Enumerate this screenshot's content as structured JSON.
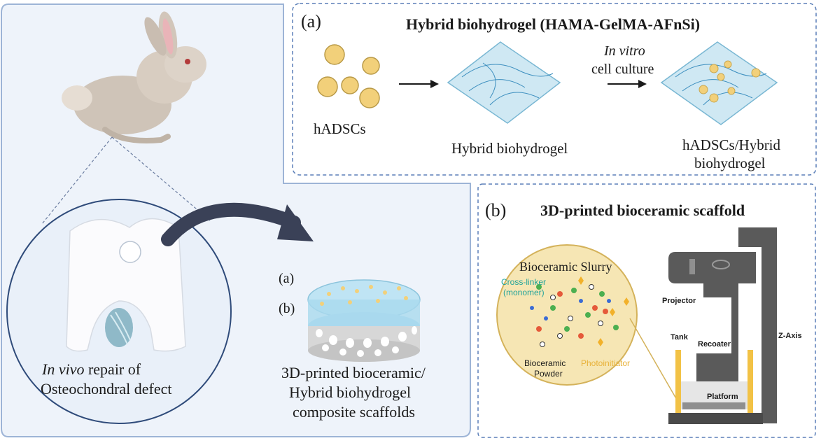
{
  "panel_a": {
    "label": "(a)",
    "title": "Hybrid biohydrogel (HAMA-GelMA-AFnSi)",
    "cells_label": "hADSCs",
    "hydrogel_label": "Hybrid biohydrogel",
    "step_label_italic": "In vitro",
    "step_label": "cell culture",
    "result_label_line1": "hADSCs/Hybrid",
    "result_label_line2": "biohydrogel"
  },
  "panel_b": {
    "label": "(b)",
    "title": "3D-printed bioceramic  scaffold",
    "slurry_title": "Bioceramic Slurry",
    "crosslinker_line1": "Cross-linker",
    "crosslinker_line2": "(monomer)",
    "powder_line1": "Bioceramic",
    "powder_line2": "Powder",
    "photoinitiator": "Photoinitiator",
    "projector": "Projector",
    "tank": "Tank",
    "recoater": "Recoater",
    "zaxis": "Z-Axis",
    "platform": "Platform"
  },
  "left_panel": {
    "repair_italic": "In vivo",
    "repair_rest": " repair of",
    "repair_line2": "Osteochondral defect",
    "layer_a": "(a)",
    "layer_b": "(b)",
    "composite_line1": "3D-printed bioceramic/",
    "composite_line2": "Hybrid biohydrogel",
    "composite_line3": "composite scaffolds"
  },
  "colors": {
    "panel_fill": "#eef3fa",
    "panel_border": "#9db4d6",
    "dashed_border": "#5b7fb8",
    "arrow": "#3a4157",
    "cell_fill": "#f2d07a",
    "hydrogel": "#cfe8f3",
    "slurry_circle": "#f6e6b4",
    "crosslinker_text": "#1fa39a",
    "photoinitiator_text": "#e8b23a",
    "machine": "#5a5a5a"
  },
  "icons": [
    "rabbit-illustration",
    "knee-joint-illustration",
    "scaffold-illustration",
    "printer-illustration",
    "arrow-icon"
  ]
}
